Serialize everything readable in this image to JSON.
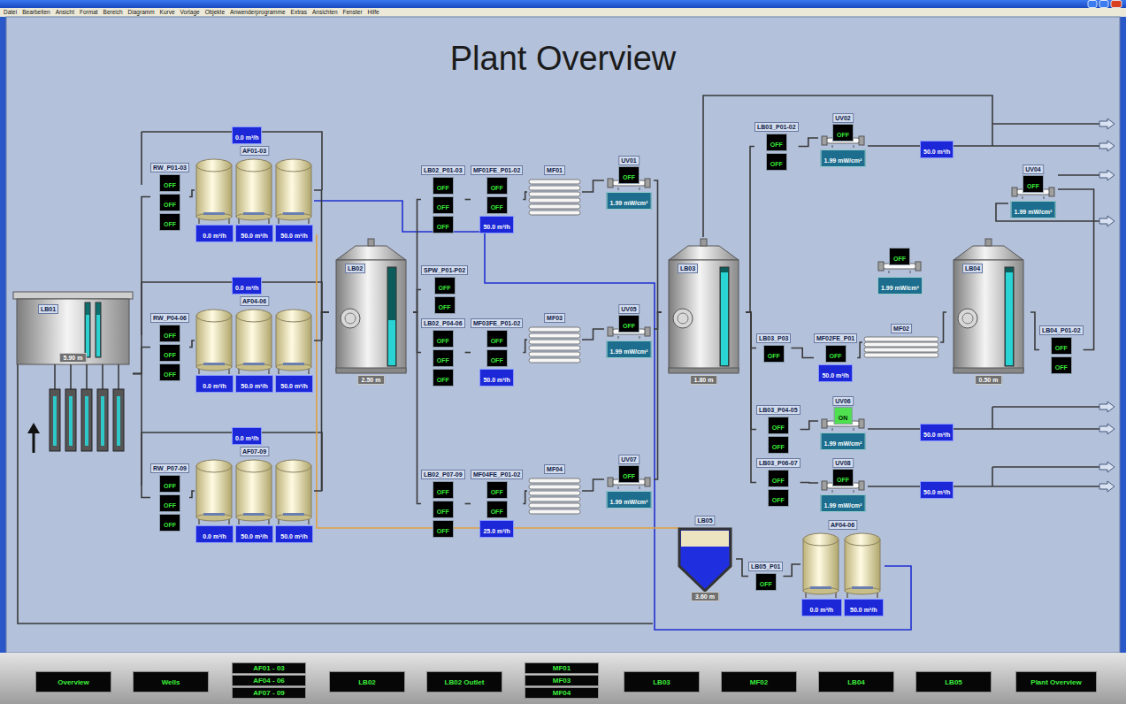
{
  "diagram": {
    "title": "Plant Overview",
    "nodes": [
      {
        "text": [
          "LB01",
          "5.90 m"
        ]
      },
      {
        "text": [
          "0.0 m³/h"
        ]
      },
      {
        "text": [
          "RW_P01-03"
        ]
      },
      {
        "text": [
          "OFF"
        ],
        "in": 2
      },
      {
        "text": [
          "OFF"
        ],
        "in": 2
      },
      {
        "text": [
          "OFF"
        ],
        "in": 2
      },
      {
        "text": [
          "AF01-03"
        ]
      },
      {
        "text": [
          "0.0 m³/h"
        ],
        "in": 6
      },
      {
        "text": [
          "50.0 m³/h"
        ],
        "in": 6
      },
      {
        "text": [
          "50.0 m³/h"
        ],
        "in": 6
      },
      {
        "text": [
          "0.0 m³/h"
        ]
      },
      {
        "text": [
          "RW_P04-06"
        ]
      },
      {
        "text": [
          "OFF"
        ],
        "in": 11
      },
      {
        "text": [
          "OFF"
        ],
        "in": 11
      },
      {
        "text": [
          "OFF"
        ],
        "in": 11
      },
      {
        "text": [
          "AF04-06"
        ]
      },
      {
        "text": [
          "0.0 m³/h"
        ],
        "in": 15
      },
      {
        "text": [
          "50.0 m³/h"
        ],
        "in": 15
      },
      {
        "text": [
          "50.0 m³/h"
        ],
        "in": 15
      },
      {
        "text": [
          "0.0 m³/h"
        ]
      },
      {
        "text": [
          "RW_P07-09"
        ]
      },
      {
        "text": [
          "OFF"
        ],
        "in": 20
      },
      {
        "text": [
          "OFF"
        ],
        "in": 20
      },
      {
        "text": [
          "OFF"
        ],
        "in": 20
      },
      {
        "text": [
          "AF07-09"
        ]
      },
      {
        "text": [
          "0.0 m³/h"
        ],
        "in": 24
      },
      {
        "text": [
          "50.0 m³/h"
        ],
        "in": 24
      },
      {
        "text": [
          "50.0 m³/h"
        ],
        "in": 24
      },
      {
        "text": [
          "LB02",
          "2.50 m"
        ]
      },
      {
        "text": [
          "LB02_P01-03"
        ]
      },
      {
        "text": [
          "OFF"
        ],
        "in": 29
      },
      {
        "text": [
          "OFF"
        ],
        "in": 29
      },
      {
        "text": [
          "OFF"
        ],
        "in": 29
      },
      {
        "text": [
          "MF01FE_P01-02"
        ]
      },
      {
        "text": [
          "OFF"
        ],
        "in": 33
      },
      {
        "text": [
          "OFF"
        ],
        "in": 33
      },
      {
        "text": [
          "50.0 m³/h"
        ],
        "in": 33
      },
      {
        "text": [
          "MF01"
        ]
      },
      {
        "text": [
          "UV01"
        ]
      },
      {
        "text": [
          "OFF"
        ],
        "in": 38
      },
      {
        "text": [
          "1.99 mW/cm²"
        ],
        "in": 38
      },
      {
        "text": [
          "SPW_P01-P02"
        ]
      },
      {
        "text": [
          "OFF"
        ],
        "in": 41
      },
      {
        "text": [
          "OFF"
        ],
        "in": 41
      },
      {
        "text": [
          "LB02_P04-06"
        ]
      },
      {
        "text": [
          "OFF"
        ],
        "in": 44
      },
      {
        "text": [
          "OFF"
        ],
        "in": 44
      },
      {
        "text": [
          "OFF"
        ],
        "in": 44
      },
      {
        "text": [
          "MF03FE_P01-02"
        ]
      },
      {
        "text": [
          "OFF"
        ],
        "in": 48
      },
      {
        "text": [
          "OFF"
        ],
        "in": 48
      },
      {
        "text": [
          "50.0 m³/h"
        ],
        "in": 48
      },
      {
        "text": [
          "MF03"
        ]
      },
      {
        "text": [
          "UV05"
        ]
      },
      {
        "text": [
          "OFF"
        ],
        "in": 53
      },
      {
        "text": [
          "1.99 mW/cm²"
        ],
        "in": 53
      },
      {
        "text": [
          "LB02_P07-09"
        ]
      },
      {
        "text": [
          "OFF"
        ],
        "in": 56
      },
      {
        "text": [
          "OFF"
        ],
        "in": 56
      },
      {
        "text": [
          "OFF"
        ],
        "in": 56
      },
      {
        "text": [
          "MF04FE_P01-02"
        ]
      },
      {
        "text": [
          "OFF"
        ],
        "in": 60
      },
      {
        "text": [
          "OFF"
        ],
        "in": 60
      },
      {
        "text": [
          "25.0 m³/h"
        ],
        "in": 60
      },
      {
        "text": [
          "MF04"
        ]
      },
      {
        "text": [
          "UV07"
        ]
      },
      {
        "text": [
          "OFF"
        ],
        "in": 65
      },
      {
        "text": [
          "1.99 mW/cm²"
        ],
        "in": 65
      },
      {
        "text": [
          "LB03",
          "1.80 m"
        ]
      },
      {
        "text": [
          "LB03_P01-02"
        ]
      },
      {
        "text": [
          "OFF"
        ],
        "in": 69
      },
      {
        "text": [
          "OFF"
        ],
        "in": 69
      },
      {
        "text": [
          "UV02"
        ]
      },
      {
        "text": [
          "OFF"
        ],
        "in": 72
      },
      {
        "text": [
          "1.99 mW/cm²"
        ],
        "in": 72
      },
      {
        "text": [
          "50.0 m³/h"
        ]
      },
      {
        "text": [
          "UV04"
        ]
      },
      {
        "text": [
          "OFF"
        ],
        "in": 76
      },
      {
        "text": [
          "1.99 mW/cm²"
        ],
        "in": 76
      },
      {
        "text": [
          "OFF"
        ]
      },
      {
        "text": [
          "1.99 mW/cm²"
        ]
      },
      {
        "text": [
          "LB03_P03"
        ]
      },
      {
        "text": [
          "OFF"
        ],
        "in": 81
      },
      {
        "text": [
          "MF02FE_P01"
        ]
      },
      {
        "text": [
          "OFF"
        ],
        "in": 83
      },
      {
        "text": [
          "50.0 m³/h"
        ],
        "in": 83
      },
      {
        "text": [
          "MF02"
        ]
      },
      {
        "text": [
          "LB04",
          "0.50 m"
        ]
      },
      {
        "text": [
          "LB04_P01-02"
        ]
      },
      {
        "text": [
          "OFF"
        ],
        "in": 88
      },
      {
        "text": [
          "OFF"
        ],
        "in": 88
      },
      {
        "text": [
          "LB03_P04-05"
        ]
      },
      {
        "text": [
          "OFF"
        ],
        "in": 91
      },
      {
        "text": [
          "OFF"
        ],
        "in": 91
      },
      {
        "text": [
          "UV06"
        ]
      },
      {
        "text": [
          "ON"
        ],
        "in": 94
      },
      {
        "text": [
          "1.99 mW/cm²"
        ],
        "in": 94
      },
      {
        "text": [
          "50.0 m³/h"
        ]
      },
      {
        "text": [
          "LB03_P06-07"
        ]
      },
      {
        "text": [
          "OFF"
        ],
        "in": 98
      },
      {
        "text": [
          "OFF"
        ],
        "in": 98
      },
      {
        "text": [
          "UV08"
        ]
      },
      {
        "text": [
          "OFF"
        ],
        "in": 101
      },
      {
        "text": [
          "1.99 mW/cm²"
        ],
        "in": 101
      },
      {
        "text": [
          "50.0 m³/h"
        ]
      },
      {
        "text": [
          "LB05",
          "3.60 m"
        ]
      },
      {
        "text": [
          "LB05_P01"
        ]
      },
      {
        "text": [
          "OFF"
        ],
        "in": 106
      },
      {
        "text": [
          "AF04-06"
        ]
      },
      {
        "text": [
          "0.0 m³/h"
        ],
        "in": 108
      },
      {
        "text": [
          "50.0 m³/h"
        ],
        "in": 108
      },
      {
        "text": [
          "Overview"
        ]
      },
      {
        "text": [
          "Wells"
        ]
      },
      {
        "text": [
          "AF01 - 03"
        ]
      },
      {
        "text": [
          "AF04 - 06"
        ]
      },
      {
        "text": [
          "AF07 - 09"
        ]
      },
      {
        "text": [
          "LB02"
        ]
      },
      {
        "text": [
          "LB02 Outlet"
        ]
      },
      {
        "text": [
          "MF01"
        ]
      },
      {
        "text": [
          "MF03"
        ]
      },
      {
        "text": [
          "MF04"
        ]
      },
      {
        "text": [
          "LB03"
        ]
      },
      {
        "text": [
          "MF02"
        ]
      },
      {
        "text": [
          "LB04"
        ]
      },
      {
        "text": [
          "LB05"
        ]
      },
      {
        "text": [
          "Plant Overview"
        ]
      }
    ],
    "edges": [
      {
        "from": 0,
        "to": 2,
        "arrow": "none"
      },
      {
        "from": 0,
        "to": 11,
        "arrow": "none"
      },
      {
        "from": 0,
        "to": 20,
        "arrow": "none"
      },
      {
        "from": 2,
        "to": 6,
        "arrow": "none"
      },
      {
        "from": 11,
        "to": 15,
        "arrow": "none"
      },
      {
        "from": 20,
        "to": 24,
        "arrow": "none"
      },
      {
        "from": 6,
        "to": 28,
        "arrow": "none"
      },
      {
        "from": 15,
        "to": 28,
        "arrow": "none"
      },
      {
        "from": 24,
        "to": 28,
        "arrow": "none"
      },
      {
        "from": 28,
        "to": 29,
        "arrow": "none"
      },
      {
        "from": 28,
        "to": 41,
        "arrow": "none"
      },
      {
        "from": 28,
        "to": 44,
        "arrow": "none"
      },
      {
        "from": 28,
        "to": 56,
        "arrow": "none"
      },
      {
        "from": 29,
        "to": 33,
        "arrow": "none"
      },
      {
        "from": 33,
        "to": 37,
        "arrow": "none"
      },
      {
        "from": 37,
        "to": 38,
        "arrow": "none"
      },
      {
        "from": 38,
        "to": 68,
        "arrow": "none"
      },
      {
        "from": 44,
        "to": 48,
        "arrow": "none"
      },
      {
        "from": 48,
        "to": 52,
        "arrow": "none"
      },
      {
        "from": 52,
        "to": 53,
        "arrow": "none"
      },
      {
        "from": 53,
        "to": 68,
        "arrow": "none"
      },
      {
        "from": 56,
        "to": 60,
        "arrow": "none"
      },
      {
        "from": 60,
        "to": 64,
        "arrow": "none"
      },
      {
        "from": 64,
        "to": 65,
        "arrow": "none"
      },
      {
        "from": 65,
        "to": 68,
        "arrow": "none"
      },
      {
        "from": 68,
        "to": 69,
        "arrow": "none"
      },
      {
        "from": 69,
        "to": 72,
        "arrow": "none"
      },
      {
        "from": 68,
        "to": 81,
        "arrow": "none"
      },
      {
        "from": 81,
        "to": 83,
        "arrow": "none"
      },
      {
        "from": 83,
        "to": 86,
        "arrow": "none"
      },
      {
        "from": 86,
        "to": 87,
        "arrow": "none"
      },
      {
        "from": 87,
        "to": 88,
        "arrow": "none"
      },
      {
        "from": 88,
        "to": 76,
        "arrow": "none"
      },
      {
        "from": 68,
        "to": 91,
        "arrow": "none"
      },
      {
        "from": 91,
        "to": 94,
        "arrow": "none"
      },
      {
        "from": 68,
        "to": 98,
        "arrow": "none"
      },
      {
        "from": 98,
        "to": 101,
        "arrow": "none"
      },
      {
        "from": 105,
        "to": 106,
        "arrow": "none"
      },
      {
        "from": 106,
        "to": 108,
        "arrow": "none"
      }
    ],
    "labels": [
      "Datei",
      "Bearbeiten",
      "Ansicht",
      "Format",
      "Bereich",
      "Diagramm",
      "Kurve",
      "Vorlage",
      "Objekte",
      "Anwenderprogramme",
      "Extras",
      "Ansichten",
      "Fenster",
      "Hilfe"
    ]
  }
}
